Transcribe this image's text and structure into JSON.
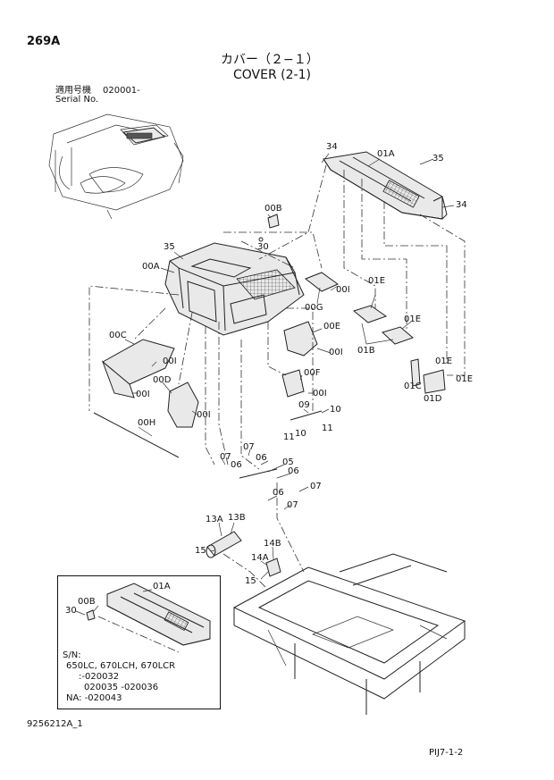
{
  "header": {
    "page_code": "269A",
    "title_jp": "カバー（２−１）",
    "title_en": "COVER (2-1)",
    "serial_label_jp": "適用号機",
    "serial_value": "020001-",
    "serial_label_en": "Serial No."
  },
  "callouts": {
    "c34a": "34",
    "c01A": "01A",
    "c35a": "35",
    "c34b": "34",
    "c00B": "00B",
    "c30": "30",
    "c35b": "35",
    "c00A": "00A",
    "c00G": "00G",
    "c00I_g": "00I",
    "c01E_1": "01E",
    "c01E_2": "01E",
    "c01B": "01B",
    "c00E": "00E",
    "c00I_e": "00I",
    "c01E_3": "01E",
    "c01C": "01C",
    "c01E_4": "01E",
    "c01D": "01D",
    "c00C": "00C",
    "c00I_c1": "00I",
    "c00I_c2": "00I",
    "c00D": "00D",
    "c00I_d": "00I",
    "c00F": "00F",
    "c00I_f": "00I",
    "c09": "09",
    "c10a": "10",
    "c10b": "10",
    "c11a": "11",
    "c11b": "11",
    "c00H": "00H",
    "c07a": "07",
    "c07b": "07",
    "c06a": "06",
    "c06b": "06",
    "c06c": "06",
    "c06d": "06",
    "c05": "05",
    "c07c": "07",
    "c07d": "07",
    "c13A": "13A",
    "c13B": "13B",
    "c15a": "15",
    "c14B": "14B",
    "c14A": "14A",
    "c15b": "15"
  },
  "inset": {
    "c01A": "01A",
    "c00B": "00B",
    "c30": "30",
    "sn_label": "S/N:",
    "sn_models": "650LC, 670LCH, 670LCR",
    "sn_range1": ":-020032",
    "sn_range2": "020035 -020036",
    "sn_na": "NA: -020043"
  },
  "footer": {
    "drawing_no": "9256212A_1",
    "page_ref": "PIJ7-1-2"
  }
}
